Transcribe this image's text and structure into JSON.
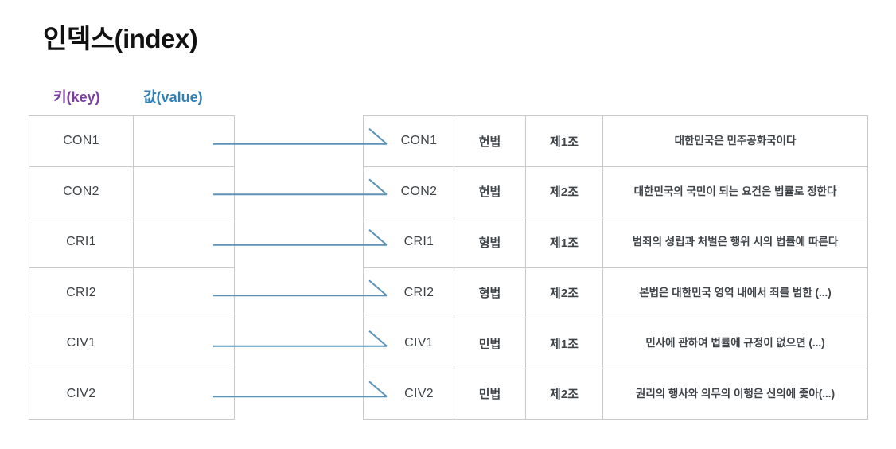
{
  "title": "인덱스(index)",
  "captions": {
    "key": "키(key)",
    "value": "값(value)"
  },
  "colors": {
    "key_caption": "#7b3fa0",
    "value_caption": "#2f7fb5",
    "arrow": "#5b93b8",
    "text": "#3f4448",
    "border": "#c9c9c9",
    "title": "#111111"
  },
  "index_table": {
    "rows": [
      {
        "key": "CON1",
        "value": ""
      },
      {
        "key": "CON2",
        "value": ""
      },
      {
        "key": "CRI1",
        "value": ""
      },
      {
        "key": "CRI2",
        "value": ""
      },
      {
        "key": "CIV1",
        "value": ""
      },
      {
        "key": "CIV2",
        "value": ""
      }
    ]
  },
  "records_table": {
    "rows": [
      {
        "id": "CON1",
        "law": "헌법",
        "article": "제1조",
        "text": "대한민국은 민주공화국이다"
      },
      {
        "id": "CON2",
        "law": "헌법",
        "article": "제2조",
        "text": "대한민국의 국민이 되는 요건은 법률로 정한다"
      },
      {
        "id": "CRI1",
        "law": "형법",
        "article": "제1조",
        "text": "범죄의 성립과 처벌은 행위 시의 법률에 따른다"
      },
      {
        "id": "CRI2",
        "law": "형법",
        "article": "제2조",
        "text": "본법은 대한민국 영역 내에서 죄를 범한 (...)"
      },
      {
        "id": "CIV1",
        "law": "민법",
        "article": "제1조",
        "text": "민사에 관하여 법률에 규정이 없으면 (...)"
      },
      {
        "id": "CIV2",
        "law": "민법",
        "article": "제2조",
        "text": "권리의 행사와 의무의 이행은 신의에 좇아(...)"
      }
    ]
  },
  "connectors": [
    {
      "from": "CON1",
      "to": "CON1"
    },
    {
      "from": "CON2",
      "to": "CON2"
    },
    {
      "from": "CRI1",
      "to": "CRI1"
    },
    {
      "from": "CRI2",
      "to": "CRI2"
    },
    {
      "from": "CIV1",
      "to": "CIV1"
    },
    {
      "from": "CIV2",
      "to": "CIV2"
    }
  ]
}
